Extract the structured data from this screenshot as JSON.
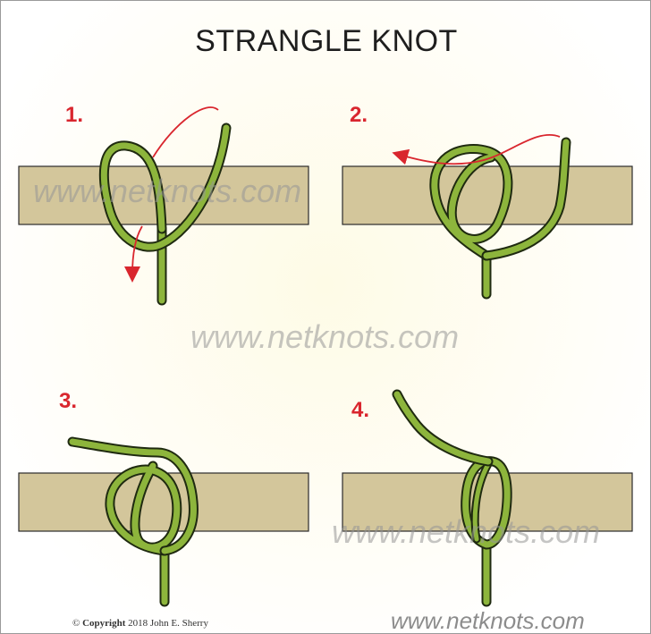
{
  "title": "STRANGLE KNOT",
  "steps": [
    "1.",
    "2.",
    "3.",
    "4."
  ],
  "watermark": "www.netknots.com",
  "copyright": {
    "symbol": "©",
    "label": "Copyright",
    "year": "2018",
    "author": "John E. Sherry"
  },
  "colors": {
    "rope": "#8db53c",
    "rope_outline": "#1f2a10",
    "bar": "#d3c69b",
    "arrow": "#d9262e",
    "step_number": "#d9262e"
  }
}
